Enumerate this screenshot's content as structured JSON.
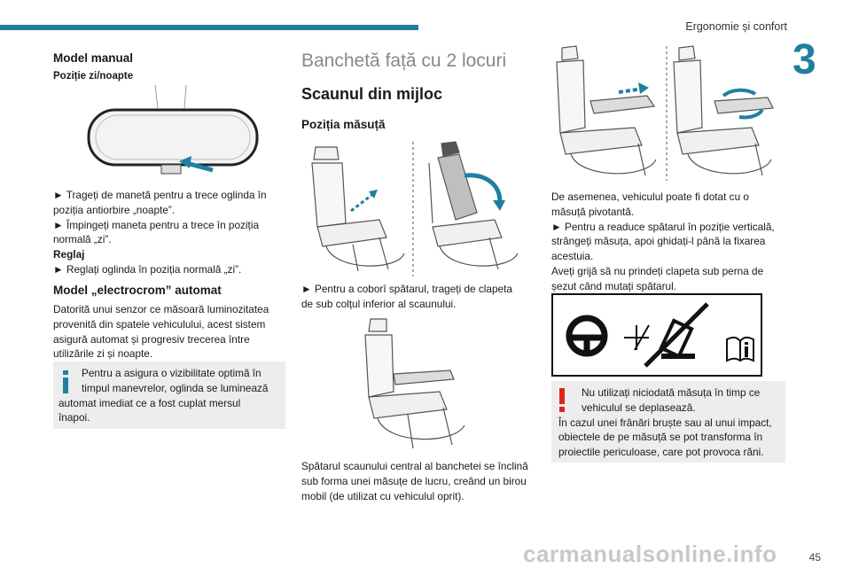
{
  "header": {
    "section_title": "Ergonomie și confort",
    "chapter_number": "3",
    "page_number": "45"
  },
  "watermark": "carmanualsonline.info",
  "col1": {
    "model_manual": "Model manual",
    "zi_noapte": "Poziție zi/noapte",
    "lines": [
      "► Trageți de manetă pentru a trece oglinda în",
      "poziția antiorbire „noapte”.",
      "► Împingeți maneta pentru a trece în poziția",
      "normală „zi”.",
      "Reglaj",
      "► Reglați oglinda în poziția normală „zi”."
    ],
    "electrocrom_title": "Model „electrocrom” automat",
    "electrocrom_lines": [
      "Datorită unui senzor ce măsoară luminozitatea",
      "provenită din spatele vehiculului, acest sistem",
      "asigură automat și progresiv trecerea între",
      "utilizările zi și noapte."
    ],
    "info_lines": [
      "Pentru a asigura o vizibilitate optimă în",
      "timpul manevrelor, oglinda se luminează",
      "automat imediat ce a fost cuplat mersul",
      "înapoi."
    ]
  },
  "col2": {
    "banc_title": "Banchetă față cu 2 locuri",
    "scaun_title": "Scaunul din mijloc",
    "masuta_title": "Poziția măsuță",
    "instr_lines": [
      "► Pentru a coborî spătarul, trageți de clapeta",
      "de sub colțul inferior al scaunului."
    ],
    "desc_lines": [
      "Spătarul scaunului central al banchetei se înclină",
      "sub forma unei măsuțe de lucru, creând un birou",
      "mobil (de utilizat cu vehiculul oprit)."
    ]
  },
  "col3": {
    "lines": [
      "De asemenea, vehiculul poate fi dotat cu o",
      "măsuță pivotantă.",
      "► Pentru a readuce spătarul în poziție verticală,",
      "strângeți măsuța, apoi ghidați-l până la fixarea",
      "acestuia.",
      "Aveți grijă să nu prindeți clapeta sub perna de",
      "șezut când mutați spătarul."
    ],
    "warn_lines": [
      "Nu utilizați niciodată măsuța în timp ce",
      "vehiculul se deplasează.",
      "În cazul unei frânări bruște sau al unui impact,",
      "obiectele de pe măsuță se pot transforma în",
      "proiectile periculoase, care pot provoca răni."
    ]
  },
  "colors": {
    "accent": "#1f7fa1",
    "info_bar": "#1f7fa1",
    "warn_mark": "#e2231a",
    "box_bg": "#ededed"
  }
}
